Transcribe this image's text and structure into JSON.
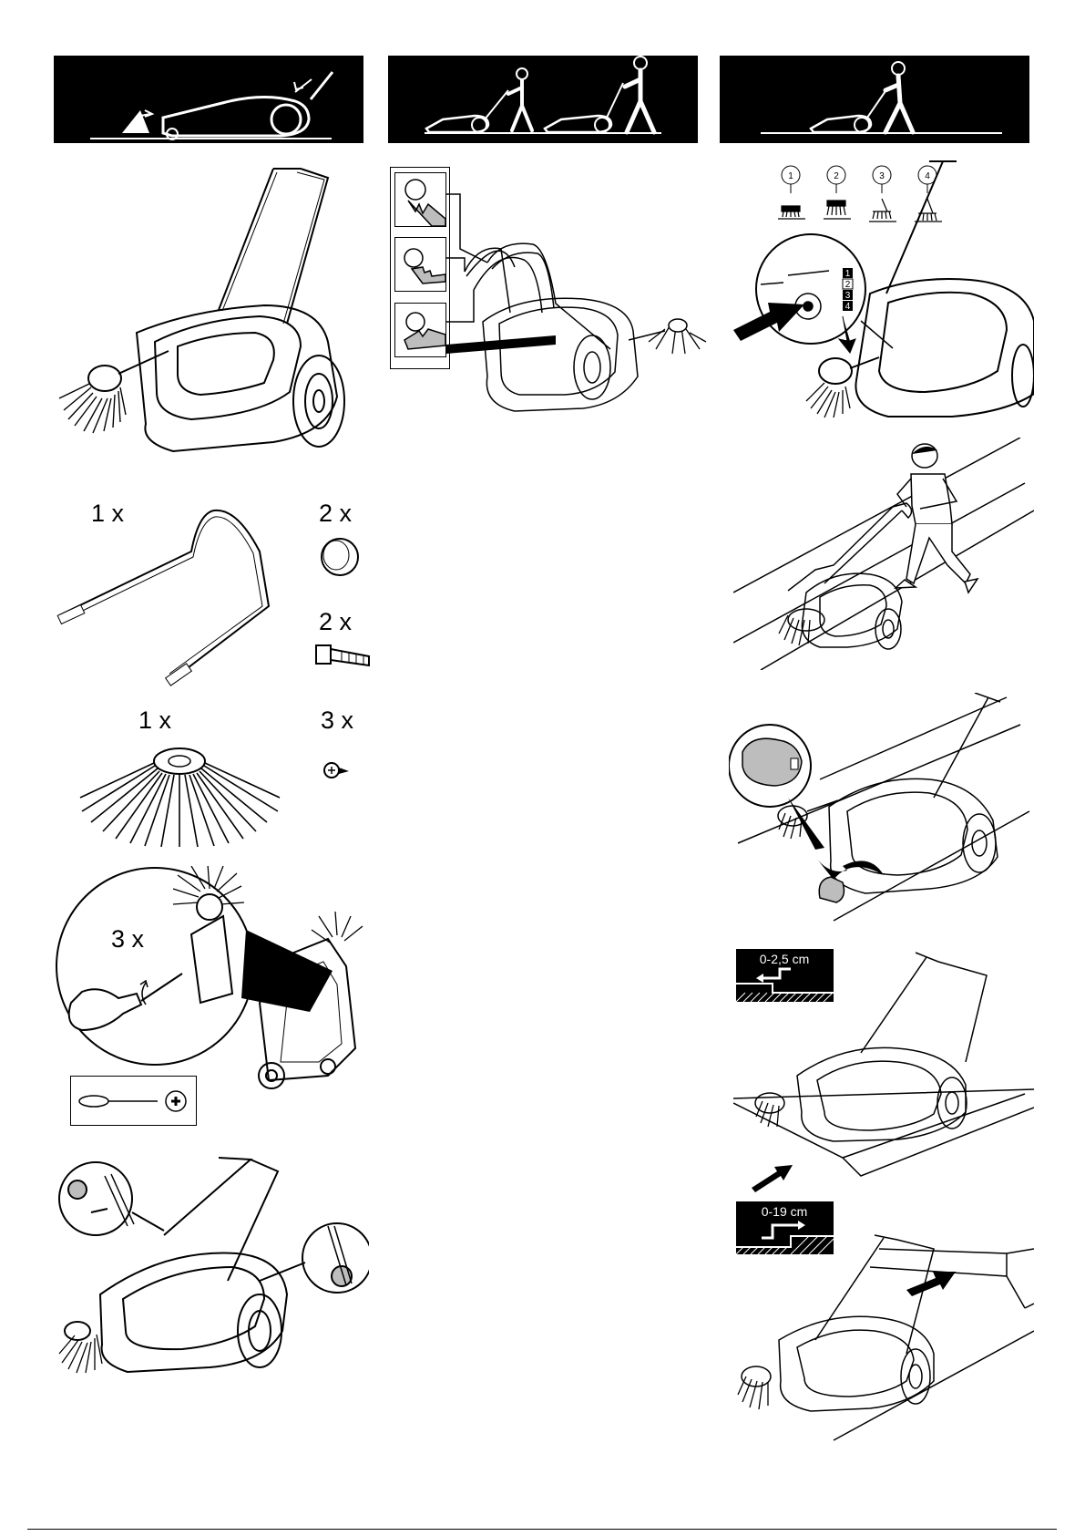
{
  "colors": {
    "ink": "#000000",
    "paper": "#ffffff",
    "shade": "#bdbdbd"
  },
  "parts": {
    "handle_qty": "1 x",
    "knob_qty": "2 x",
    "bolt_qty": "2 x",
    "brush_qty": "1 x",
    "screw_qty": "3 x"
  },
  "assembly": {
    "screw_qty": "3 x"
  },
  "brush_positions": [
    "1",
    "2",
    "3",
    "4"
  ],
  "dial_positions": [
    "1",
    "2",
    "3",
    "4"
  ],
  "curb_down": {
    "height": "0-2,5 cm"
  },
  "curb_up": {
    "height": "0-19 cm"
  },
  "icons": [
    "sweeper-icon",
    "walking-person-icon",
    "screwdriver-icon",
    "arrow-icon",
    "brush-icon"
  ]
}
